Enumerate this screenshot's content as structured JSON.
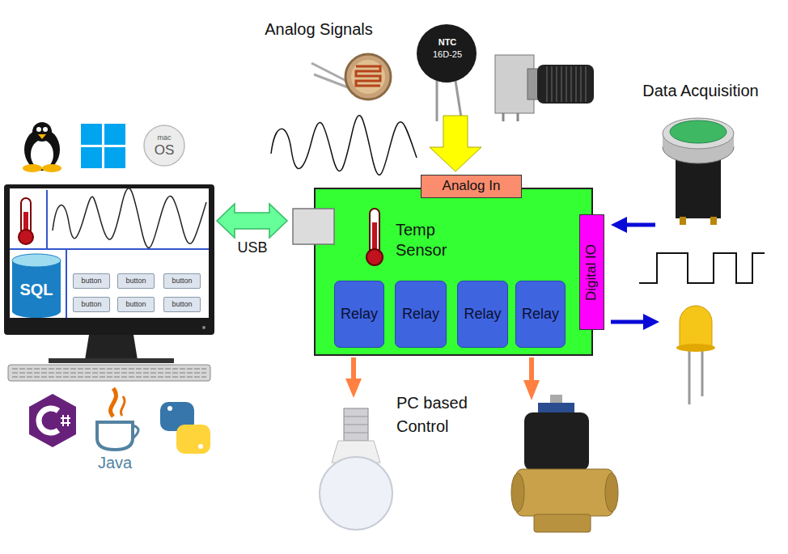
{
  "diagram": {
    "nodes": [
      {
        "text": [
          "Analog In"
        ]
      },
      {
        "text": [
          "Temp Sensor"
        ]
      },
      {
        "text": [
          "Relay"
        ],
        "in": 1
      },
      {
        "text": [
          "Relay"
        ],
        "in": 1
      },
      {
        "text": [
          "Relay"
        ],
        "in": 1
      },
      {
        "text": [
          "Relay"
        ],
        "in": 1
      },
      {
        "text": [
          "Digital IO"
        ]
      },
      {
        "text": [
          "button"
        ]
      },
      {
        "text": [
          "button"
        ]
      },
      {
        "text": [
          "button"
        ]
      },
      {
        "text": [
          "button"
        ]
      },
      {
        "text": [
          "button"
        ]
      },
      {
        "text": [
          "button"
        ]
      }
    ],
    "labels": [
      "Analog Signals",
      "NTC",
      "16D-25",
      "Data Acquisition",
      "mac",
      "OS",
      "SQL",
      "USB",
      "PC based Control",
      "Java"
    ]
  }
}
